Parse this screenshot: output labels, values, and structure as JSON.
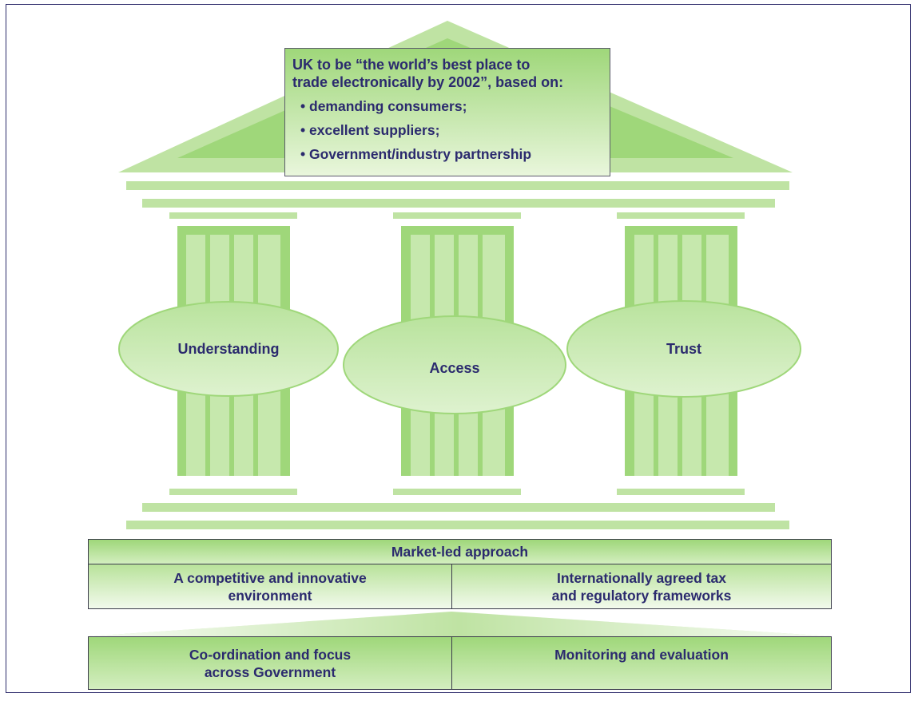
{
  "vision": {
    "heading_line1": "UK to be “the world’s best place to",
    "heading_line2": "trade electronically by 2002”, based on:",
    "bullets": [
      "demanding consumers;",
      "excellent suppliers;",
      "Government/industry partnership"
    ]
  },
  "pillars": [
    {
      "label": "Understanding"
    },
    {
      "label": "Access"
    },
    {
      "label": "Trust"
    }
  ],
  "foundation": {
    "approach": "Market-led approach",
    "left_line1": "A competitive and innovative",
    "left_line2": "environment",
    "right_line1": "Internationally agreed tax",
    "right_line2": "and regulatory frameworks"
  },
  "base": {
    "left_line1": "Co-ordination and focus",
    "left_line2": "across Government",
    "right": "Monitoring and evaluation"
  },
  "colors": {
    "green_dark": "#9fd77a",
    "green_light": "#c6e8ad",
    "text": "#2b2a6e",
    "border": "#2d2b6b"
  }
}
